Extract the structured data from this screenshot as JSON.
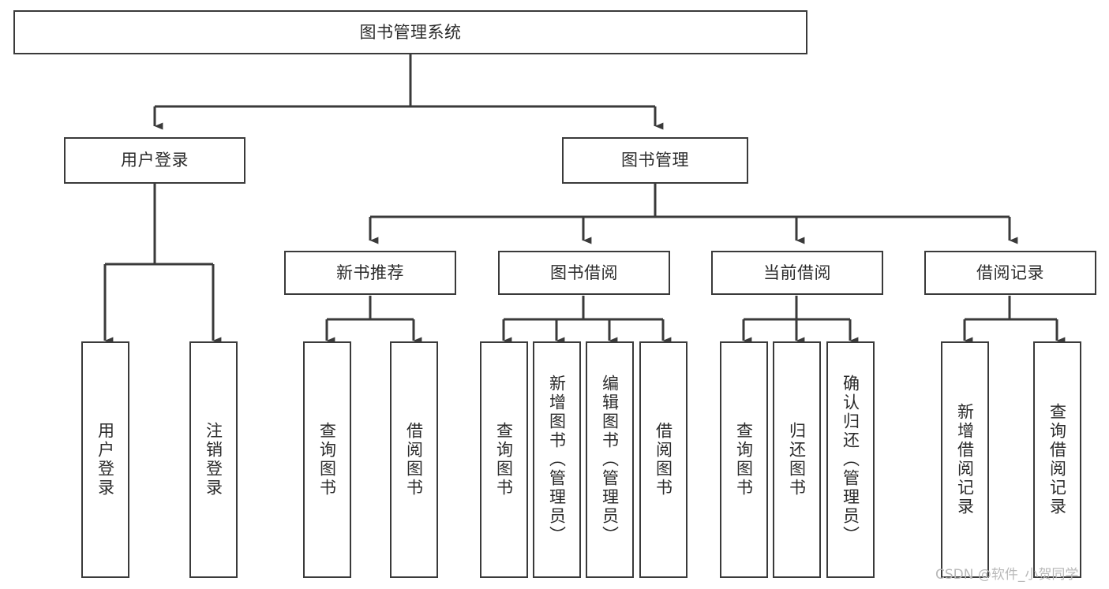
{
  "diagram": {
    "title": "图书管理系统",
    "type": "hierarchy-tree",
    "watermark": "CSDN @软件_小贺同学",
    "colors": {
      "box_border": "#3a3a3a",
      "box_fill": "#ffffff",
      "connector": "#3a3a3a",
      "text": "#2b2b2b",
      "watermark": "#b9b9b9"
    },
    "nodes": {
      "root": {
        "label": "图书管理系统"
      },
      "level2": [
        {
          "id": "user-login",
          "label": "用户登录"
        },
        {
          "id": "book-management",
          "label": "图书管理"
        }
      ],
      "level3": [
        {
          "id": "new-book-recommend",
          "label": "新书推荐"
        },
        {
          "id": "book-borrow",
          "label": "图书借阅"
        },
        {
          "id": "current-borrow",
          "label": "当前借阅"
        },
        {
          "id": "borrow-record",
          "label": "借阅记录"
        }
      ],
      "leaves": {
        "user-login": [
          {
            "id": "leaf-user-login",
            "label": "用户登录"
          },
          {
            "id": "leaf-logout",
            "label": "注销登录"
          }
        ],
        "new-book-recommend": [
          {
            "id": "leaf-query-book-1",
            "label": "查询图书"
          },
          {
            "id": "leaf-borrow-book-1",
            "label": "借阅图书"
          }
        ],
        "book-borrow": [
          {
            "id": "leaf-query-book-2",
            "label": "查询图书"
          },
          {
            "id": "leaf-add-book",
            "label": "新增图书（管理员）"
          },
          {
            "id": "leaf-edit-book",
            "label": "编辑图书（管理员）"
          },
          {
            "id": "leaf-borrow-book-2",
            "label": "借阅图书"
          }
        ],
        "current-borrow": [
          {
            "id": "leaf-query-book-3",
            "label": "查询图书"
          },
          {
            "id": "leaf-return-book",
            "label": "归还图书"
          },
          {
            "id": "leaf-confirm-return",
            "label": "确认归还（管理员）"
          }
        ],
        "borrow-record": [
          {
            "id": "leaf-add-record",
            "label": "新增借阅记录"
          },
          {
            "id": "leaf-query-record",
            "label": "查询借阅记录"
          }
        ]
      }
    }
  }
}
